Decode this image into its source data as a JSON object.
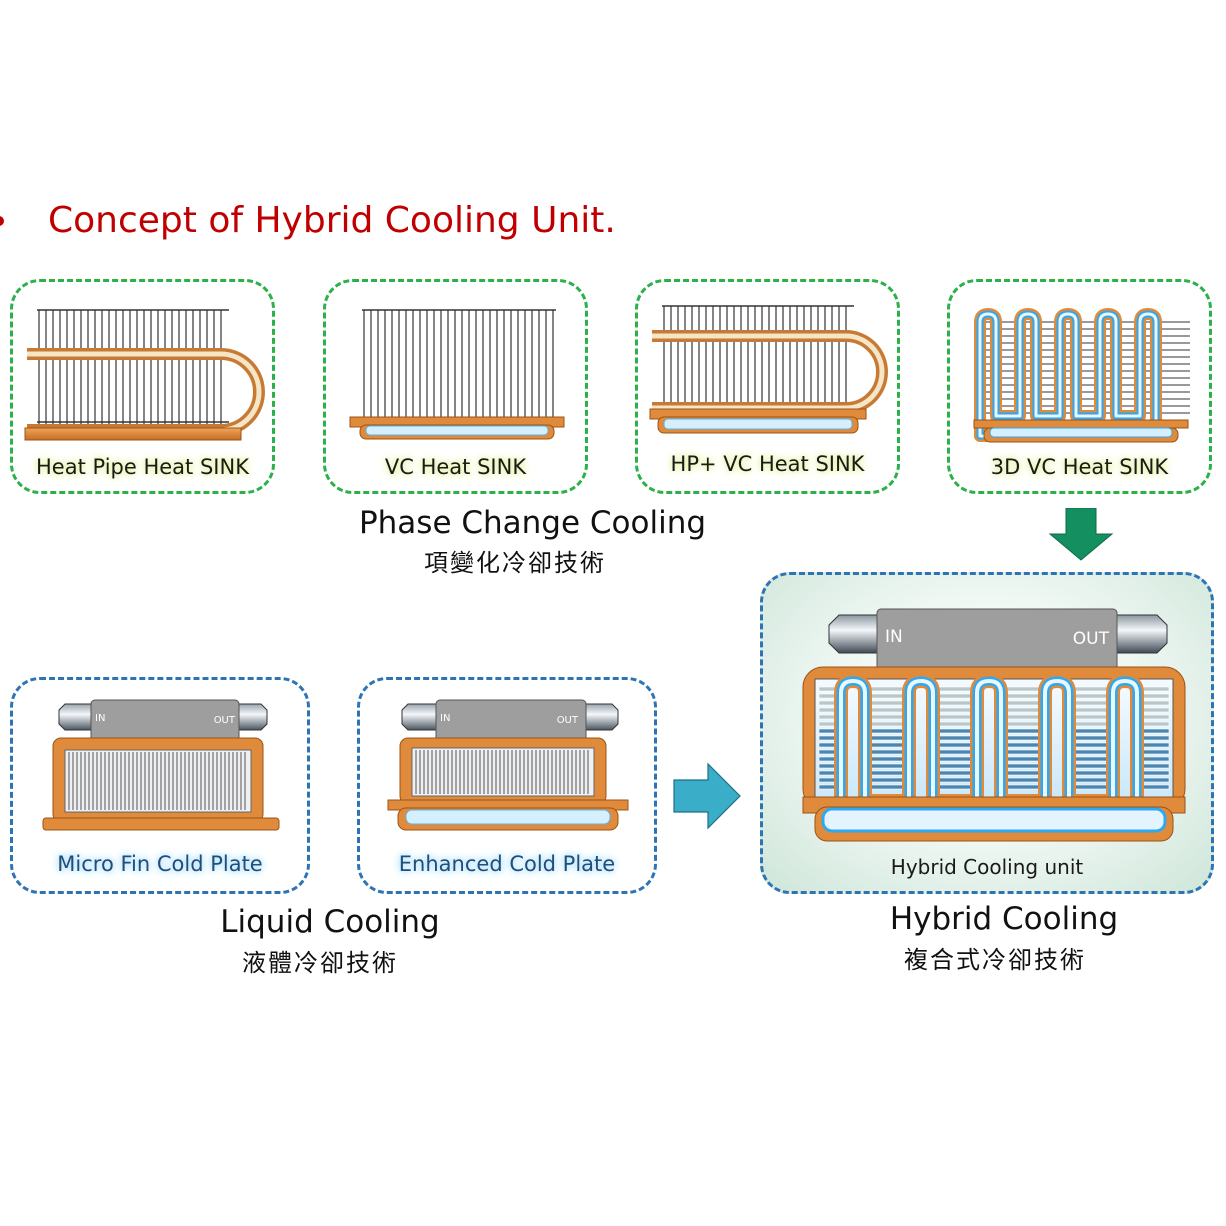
{
  "title": "Concept of Hybrid Cooling Unit.",
  "phase_cards": [
    {
      "label": "Heat Pipe Heat SINK"
    },
    {
      "label": "VC Heat SINK"
    },
    {
      "label": "HP+ VC Heat SINK"
    },
    {
      "label": "3D VC Heat SINK"
    }
  ],
  "phase_caption": {
    "en": "Phase Change Cooling",
    "zh": "項變化冷卻技術"
  },
  "liquid_cards": [
    {
      "label": "Micro Fin Cold Plate",
      "in": "IN",
      "out": "OUT"
    },
    {
      "label": "Enhanced Cold Plate",
      "in": "IN",
      "out": "OUT"
    }
  ],
  "liquid_caption": {
    "en": "Liquid Cooling",
    "zh": "液體冷卻技術"
  },
  "hybrid_card": {
    "label": "Hybrid Cooling unit",
    "in": "IN",
    "out": "OUT"
  },
  "hybrid_caption": {
    "en": "Hybrid Cooling",
    "zh": "複合式冷卻技術"
  },
  "colors": {
    "title": "#c00000",
    "phase_border": "#2bb14a",
    "liquid_border": "#2e74b5",
    "copper": "#e08a3c",
    "vapor": "#d6efff",
    "arrow_down": "#149060",
    "arrow_right": "#3aaec8"
  }
}
